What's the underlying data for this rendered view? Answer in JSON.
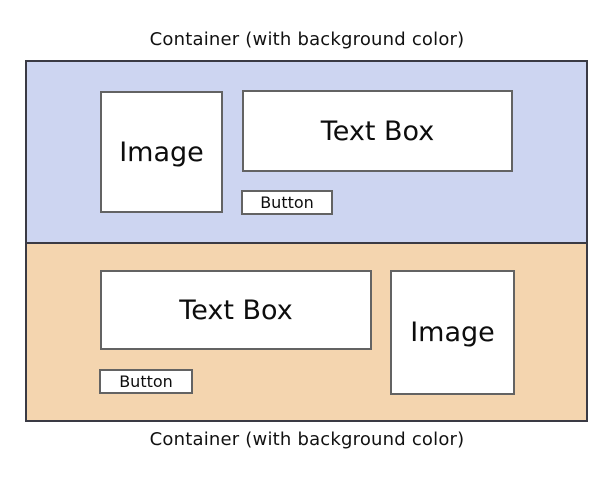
{
  "captions": {
    "top": "Container (with background color)",
    "bottom": "Container (with background color)"
  },
  "containers": [
    {
      "id": "top-container",
      "background": "#cdd5f1",
      "items": [
        {
          "type": "image",
          "label": "Image"
        },
        {
          "type": "textbox",
          "label": "Text Box"
        },
        {
          "type": "button",
          "label": "Button"
        }
      ]
    },
    {
      "id": "bottom-container",
      "background": "#f4d5af",
      "items": [
        {
          "type": "textbox",
          "label": "Text Box"
        },
        {
          "type": "button",
          "label": "Button"
        },
        {
          "type": "image",
          "label": "Image"
        }
      ]
    }
  ],
  "colors": {
    "page_background": "#ffffff",
    "container_border": "#3a3a44",
    "box_border": "#636363",
    "box_background": "#ffffff",
    "text": "#111111"
  }
}
